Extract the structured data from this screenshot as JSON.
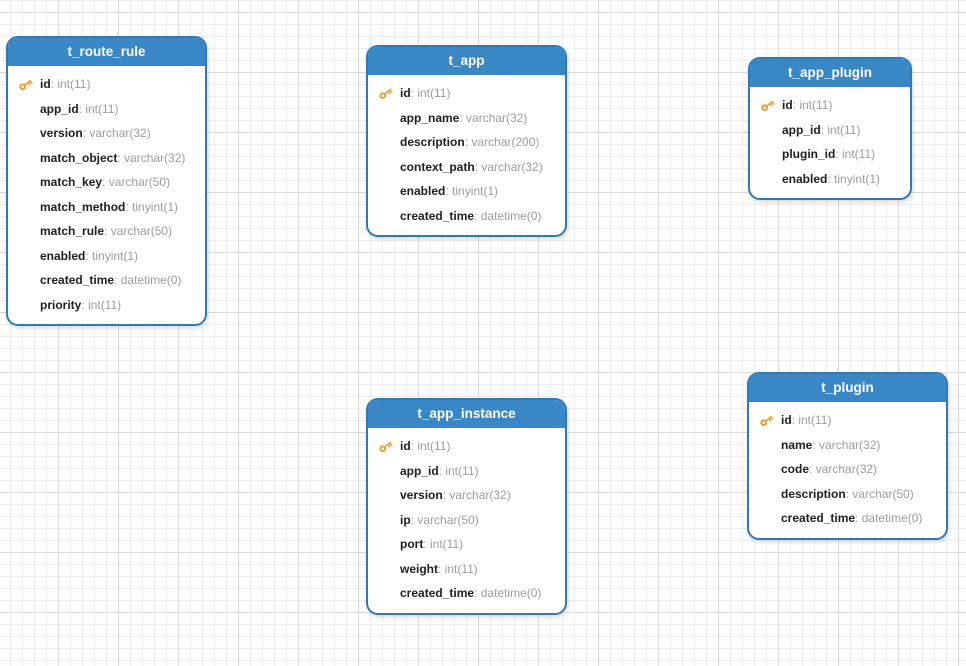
{
  "theme": {
    "header_blue": "#3a87c6",
    "border_blue": "#2f79b6",
    "field_name_color": "#202020",
    "field_type_color": "#9c9c9c",
    "key_icon_color": "#e8a33c",
    "grid_minor": "#ededed",
    "grid_major": "#d9d9d9"
  },
  "tables": [
    {
      "title": "t_route_rule",
      "fields": [
        {
          "name": "id",
          "type": "int(11)",
          "pk": true
        },
        {
          "name": "app_id",
          "type": "int(11)",
          "pk": false
        },
        {
          "name": "version",
          "type": "varchar(32)",
          "pk": false
        },
        {
          "name": "match_object",
          "type": "varchar(32)",
          "pk": false
        },
        {
          "name": "match_key",
          "type": "varchar(50)",
          "pk": false
        },
        {
          "name": "match_method",
          "type": "tinyint(1)",
          "pk": false
        },
        {
          "name": "match_rule",
          "type": "varchar(50)",
          "pk": false
        },
        {
          "name": "enabled",
          "type": "tinyint(1)",
          "pk": false
        },
        {
          "name": "created_time",
          "type": "datetime(0)",
          "pk": false
        },
        {
          "name": "priority",
          "type": "int(11)",
          "pk": false
        }
      ]
    },
    {
      "title": "t_app",
      "fields": [
        {
          "name": "id",
          "type": "int(11)",
          "pk": true
        },
        {
          "name": "app_name",
          "type": "varchar(32)",
          "pk": false
        },
        {
          "name": "description",
          "type": "varchar(200)",
          "pk": false
        },
        {
          "name": "context_path",
          "type": "varchar(32)",
          "pk": false
        },
        {
          "name": "enabled",
          "type": "tinyint(1)",
          "pk": false
        },
        {
          "name": "created_time",
          "type": "datetime(0)",
          "pk": false
        }
      ]
    },
    {
      "title": "t_app_plugin",
      "fields": [
        {
          "name": "id",
          "type": "int(11)",
          "pk": true
        },
        {
          "name": "app_id",
          "type": "int(11)",
          "pk": false
        },
        {
          "name": "plugin_id",
          "type": "int(11)",
          "pk": false
        },
        {
          "name": "enabled",
          "type": "tinyint(1)",
          "pk": false
        }
      ]
    },
    {
      "title": "t_app_instance",
      "fields": [
        {
          "name": "id",
          "type": "int(11)",
          "pk": true
        },
        {
          "name": "app_id",
          "type": "int(11)",
          "pk": false
        },
        {
          "name": "version",
          "type": "varchar(32)",
          "pk": false
        },
        {
          "name": "ip",
          "type": "varchar(50)",
          "pk": false
        },
        {
          "name": "port",
          "type": "int(11)",
          "pk": false
        },
        {
          "name": "weight",
          "type": "int(11)",
          "pk": false
        },
        {
          "name": "created_time",
          "type": "datetime(0)",
          "pk": false
        }
      ]
    },
    {
      "title": "t_plugin",
      "fields": [
        {
          "name": "id",
          "type": "int(11)",
          "pk": true
        },
        {
          "name": "name",
          "type": "varchar(32)",
          "pk": false
        },
        {
          "name": "code",
          "type": "varchar(32)",
          "pk": false
        },
        {
          "name": "description",
          "type": "varchar(50)",
          "pk": false
        },
        {
          "name": "created_time",
          "type": "datetime(0)",
          "pk": false
        }
      ]
    }
  ]
}
